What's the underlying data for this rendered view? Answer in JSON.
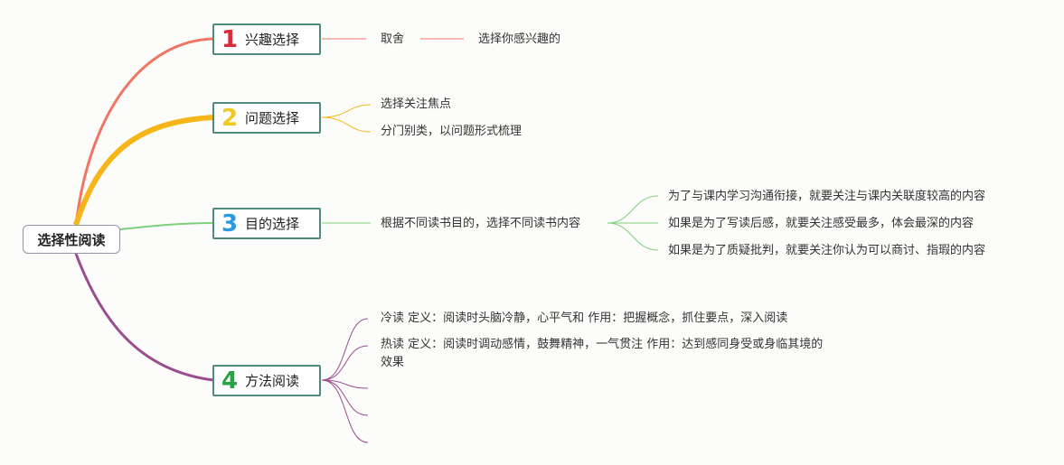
{
  "root": {
    "label": "选择性阅读"
  },
  "topics": [
    {
      "num": "1",
      "label": "兴趣选择",
      "color": "#d62c3c"
    },
    {
      "num": "2",
      "label": "问题选择",
      "color": "#f1c81e"
    },
    {
      "num": "3",
      "label": "目的选择",
      "color": "#2b9be0"
    },
    {
      "num": "4",
      "label": "方法阅读",
      "color": "#26a344"
    }
  ],
  "branch_colors": {
    "interest": "#f07565",
    "question": "#f6b619",
    "purpose": "#7ed07a",
    "method": "#9a4d8f"
  },
  "interest": {
    "item": "取舍",
    "detail": "选择你感兴趣的"
  },
  "question": {
    "items": [
      "选择关注焦点",
      "分门别类，以问题形式梳理"
    ]
  },
  "purpose": {
    "item": "根据不同读书目的，选择不同读书内容",
    "details": [
      "为了与课内学习沟通衔接，就要关注与课内关联度较高的内容",
      "如果是为了写读后感，就要关注感受最多，体会最深的内容",
      "如果是为了质疑批判，就要关注你认为可以商讨、指瑕的内容"
    ]
  },
  "method": {
    "items": [
      "冷读  定义：阅读时头脑冷静，心平气和 作用：把握概念，抓住要点，深入阅读",
      "热读  定义：阅读时调动感情，鼓舞精神，一气贯注 作用：达到感同身受或身临其境的效果"
    ]
  }
}
